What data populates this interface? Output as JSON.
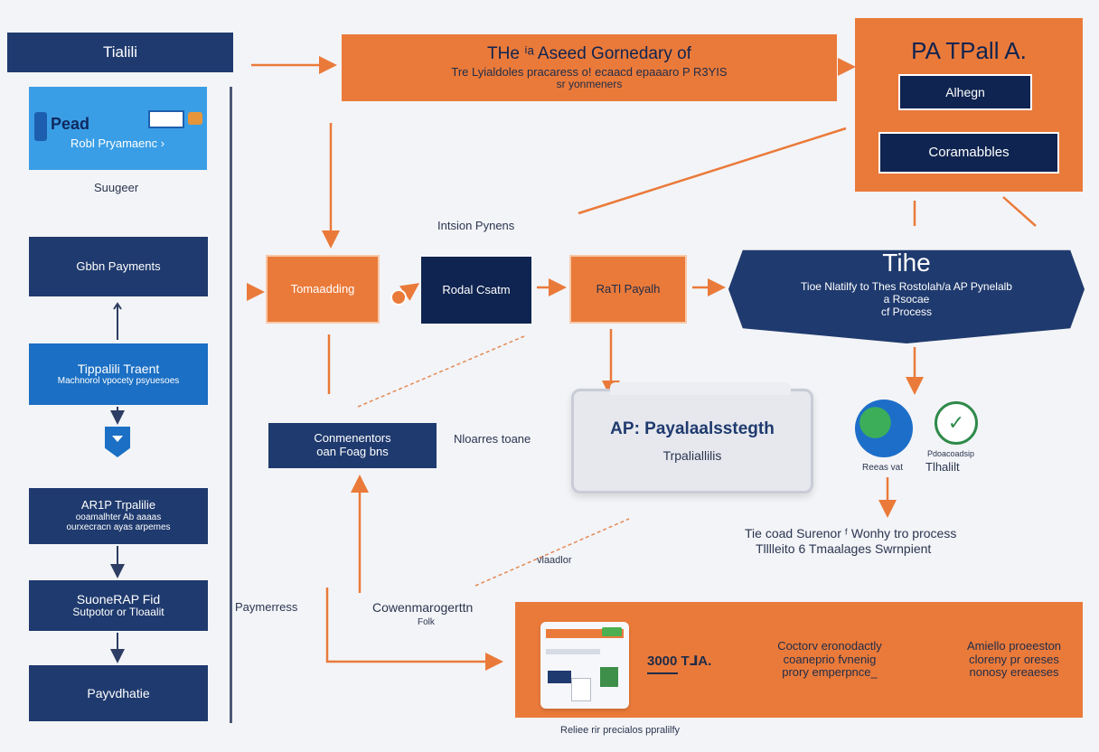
{
  "left_column": {
    "title": "Tialili",
    "card": {
      "line1": "Pead",
      "line2": "Robl Pryamaenc ›"
    },
    "card_caption": "Suugeer",
    "box1": "Gbbn Payments",
    "box2": {
      "line1": "Tippalili Traent",
      "line2": "Machnorol vpocety psyuesoes"
    },
    "box3": {
      "line1": "AR1P Trpalilie",
      "line2": "ooamalhter Ab aaaas",
      "line3": "ourxecracn ayas arpemes"
    },
    "box4": {
      "line1": "SuoneRAP Fid",
      "line2": "Sutpotor or Tloaalit"
    },
    "box5": "Payvdhatie"
  },
  "header": {
    "line1": "THe ⁱᵃ Aseed Gornedary of",
    "line2": "Tre Lyialdoles pracaress o! ecaacd epaaaro P R3YIS",
    "line3": "sr yonmeners"
  },
  "right_panel": {
    "title": "PA TPall A.",
    "btn1": "Alhegn",
    "btn2": "Coramabbles"
  },
  "flow": {
    "label_above": "Intsion Pynens",
    "step1": "Tomaadding",
    "step2": "Rodal Csatm",
    "step3": "RaTl Payalh",
    "banner": {
      "title": "Tihe",
      "line1": "Tioe Nlatilfy to Thes Rostolah/a AP Pynelalb",
      "line2": "a Rsocae",
      "line3": "cf Process"
    }
  },
  "middle": {
    "box": {
      "line1": "Conmenentors",
      "line2": "oan Foag bns"
    },
    "side_label": "Nloarres toane",
    "tablet": {
      "title": "AP: Payalaalsstegth",
      "subtitle": "Trpaliallilis"
    },
    "dash_label": "vlaadlor",
    "left_label": "Paymerress",
    "bottom_label1": "Cowenmarogerttn",
    "bottom_label2": "Folk"
  },
  "right_icons": {
    "globe_caption": "Reeas vat",
    "check_caption1": "Pdoacoadsip",
    "check_caption2": "Tlhalilt",
    "note_line1": "Tie coad Surenor ᶠ Wonhy tro process",
    "note_line2": "Tlllleito 6 Tmaalages Swrnpient"
  },
  "bottom_panel": {
    "amount": "3000 T⅃A.",
    "col1": {
      "line1": "Coctorv eronodactly",
      "line2": "coaneprio fvnenig",
      "line3": "prory emperpnce_"
    },
    "col2": {
      "line1": "Amiello proeeston",
      "line2": "cloreny pr oreses",
      "line3": "nonosy ereaeses"
    },
    "caption": "Reliee rir precialos ppralilfy"
  },
  "colors": {
    "navy": "#1f3a6e",
    "dark_navy": "#0f2450",
    "orange": "#ea7a3a",
    "blue": "#1b6fc4",
    "background": "#f3f4f7"
  }
}
